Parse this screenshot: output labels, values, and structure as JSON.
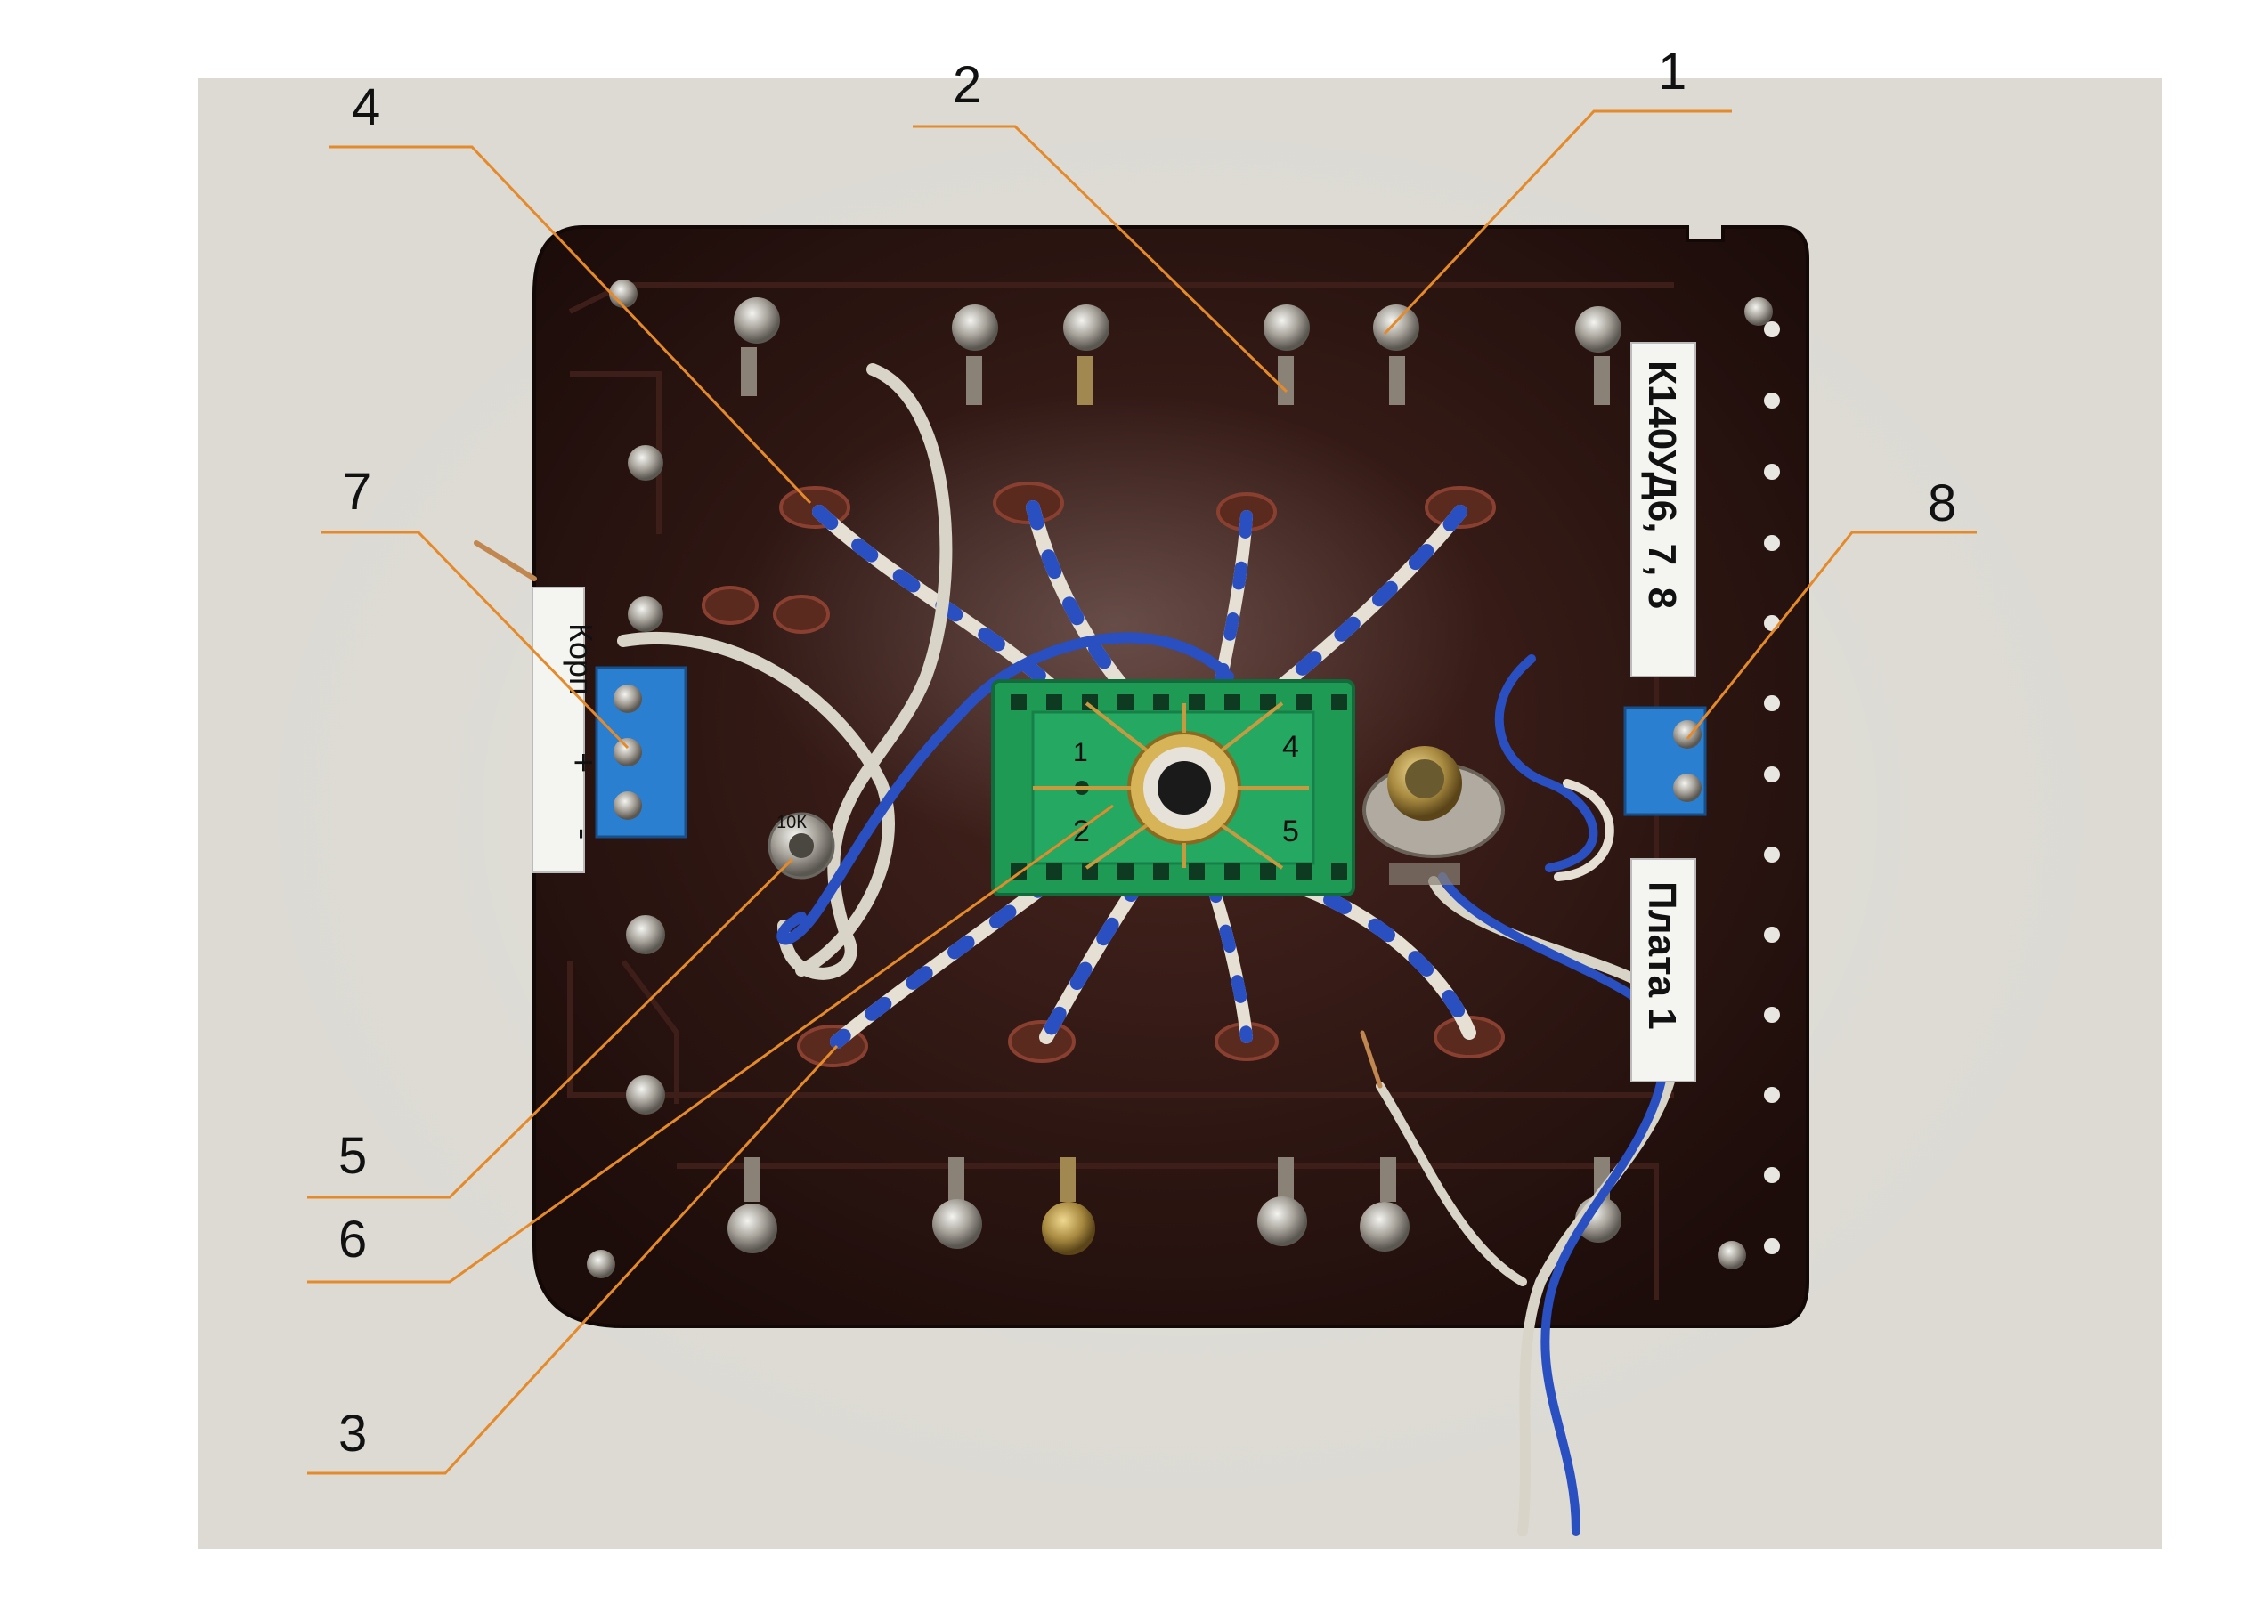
{
  "board": {
    "chip_label": "К140УД6, 7, 8",
    "plate_label": "Плата 1",
    "corp_label": "Корп",
    "plus_label": "+",
    "minus_label": "-",
    "socket_marks": [
      "1",
      "4",
      "2",
      "5"
    ],
    "resistor_mark": "10К"
  },
  "callouts": [
    {
      "number": "1"
    },
    {
      "number": "2"
    },
    {
      "number": "3"
    },
    {
      "number": "4"
    },
    {
      "number": "5"
    },
    {
      "number": "6"
    },
    {
      "number": "7"
    },
    {
      "number": "8"
    }
  ],
  "colors": {
    "background": "#ffffff",
    "photo_backdrop": "#dcdad3",
    "board": "#2a1410",
    "socket": "#1f9a55",
    "terminal_block": "#2a7fd0",
    "leader_line": "#e48a2a",
    "wire_blue": "#2a4fc0",
    "wire_white": "#d8d4c8"
  }
}
